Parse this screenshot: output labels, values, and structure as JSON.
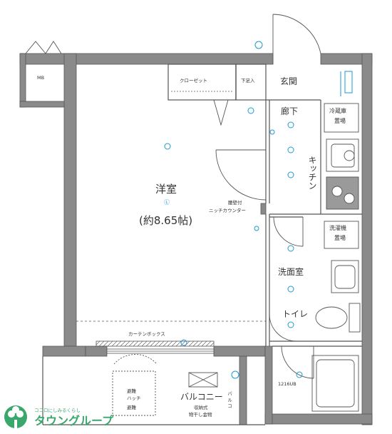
{
  "rooms": {
    "western": "洋室",
    "western_icon": "Ⓛ",
    "western_area": "(約8.65帖)",
    "closet": "クローゼット",
    "shoe": "下足入",
    "entrance": "玄関",
    "corridor": "廊下",
    "kitchen": "キッチン",
    "washroom": "洗面室",
    "toilet": "トイレ",
    "balcony": "バルコニー",
    "unit_bath": "1216UB",
    "mb": "MB",
    "fridge": [
      "冷蔵庫",
      "置場"
    ],
    "washer": [
      "洗濯機",
      "置場"
    ],
    "counter": [
      "腰壁付",
      "ニッチカウンター"
    ],
    "curtain": "カーテンボックス",
    "storage": [
      "収納式",
      "物干し金物"
    ],
    "refuge": [
      "避難",
      "ハッチ"
    ],
    "refuge2": "避難",
    "balcony_side": "バ\nル\nコ"
  },
  "logo": {
    "small_text": "ココロにしみるくらし",
    "brand": "タウングループ",
    "icon": "tree-icon"
  },
  "colors": {
    "wall": "#8a8a8a",
    "wall_stroke": "#555555",
    "line": "#555555",
    "accent": "#1a9ad6",
    "brand": "#3aa76d"
  }
}
